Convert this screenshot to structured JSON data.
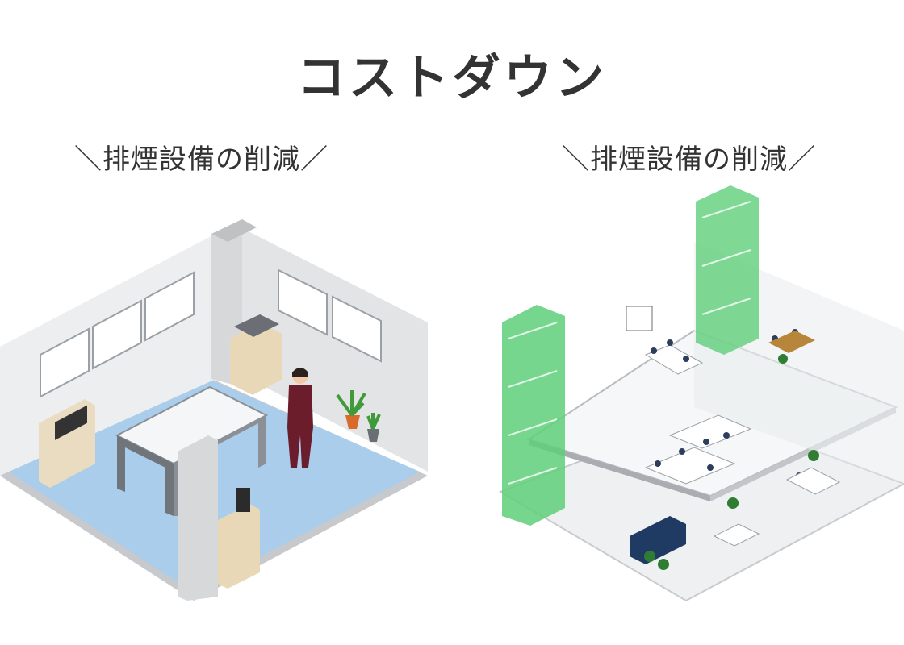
{
  "title": "コストダウン",
  "left_caption": "＼排煙設備の削減／",
  "right_caption": "＼排煙設備の削減／",
  "colors": {
    "text": "#333333",
    "floor_blue": "#a9cdea",
    "wall": "#e6e8ea",
    "stair_green": "#5fcf7a",
    "suit": "#6b1d2b"
  }
}
